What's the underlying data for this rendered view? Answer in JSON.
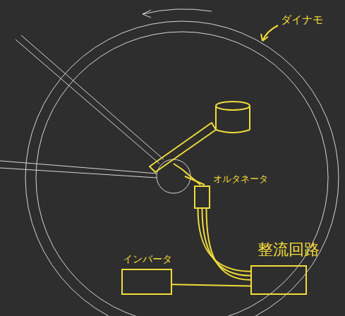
{
  "diagram": {
    "nodes": [
      {
        "text": [
          "オルタネータ"
        ]
      },
      {
        "text": [
          "整流回路"
        ]
      },
      {
        "text": [
          "インバータ"
        ]
      }
    ],
    "edges": [
      {
        "from": 0,
        "to": 1,
        "arrow": "none"
      },
      {
        "from": 1,
        "to": 2,
        "arrow": "none"
      }
    ],
    "labels": [
      "ダイナモ"
    ]
  }
}
